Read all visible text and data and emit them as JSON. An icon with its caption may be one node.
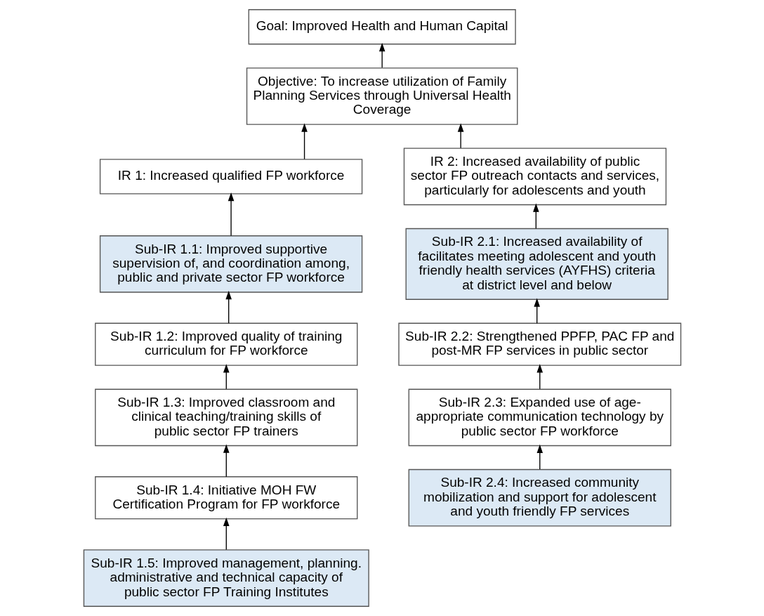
{
  "diagram": {
    "nodes": [
      {
        "text": [
          "Goal: Improved Health and Human Capital"
        ]
      },
      {
        "text": [
          "Objective: To increase utilization of Family Planning Services through Universal Health Coverage"
        ]
      },
      {
        "text": [
          "IR 1: Increased qualified FP workforce"
        ]
      },
      {
        "text": [
          "Sub-IR 1.1: Improved supportive supervision of, and coordination among, public and private sector FP workforce"
        ]
      },
      {
        "text": [
          "Sub-IR 1.2: Improved quality of training curriculum for FP workforce"
        ]
      },
      {
        "text": [
          "Sub-IR 1.3: Improved classroom and clinical teaching/training skills of public sector FP trainers"
        ]
      },
      {
        "text": [
          "Sub-IR 1.4: Initiative MOH FW Certification Program for FP workforce"
        ]
      },
      {
        "text": [
          "Sub-IR 1.5: Improved management, planning. administrative and technical capacity of public sector FP Training Institutes"
        ]
      },
      {
        "text": [
          "IR 2: Increased availability of public sector FP outreach contacts and services, particularly for adolescents and youth"
        ]
      },
      {
        "text": [
          "Sub-IR 2.1: Increased availability of facilitates meeting adolescent and youth friendly health services (AYFHS) criteria at district level and below"
        ]
      },
      {
        "text": [
          "Sub-IR 2.2: Strengthened PPFP, PAC FP and post-MR FP services in public sector"
        ]
      },
      {
        "text": [
          "Sub-IR 2.3: Expanded use of age-appropriate communication technology by public sector FP workforce"
        ]
      },
      {
        "text": [
          "Sub-IR 2.4: Increased community mobilization and support for adolescent and youth friendly FP services"
        ]
      }
    ],
    "edges": [
      {
        "from": 1,
        "to": 0,
        "arrow": "to"
      },
      {
        "from": 2,
        "to": 1,
        "arrow": "to"
      },
      {
        "from": 8,
        "to": 1,
        "arrow": "to"
      },
      {
        "from": 3,
        "to": 2,
        "arrow": "to"
      },
      {
        "from": 4,
        "to": 3,
        "arrow": "to"
      },
      {
        "from": 5,
        "to": 4,
        "arrow": "to"
      },
      {
        "from": 6,
        "to": 5,
        "arrow": "to"
      },
      {
        "from": 7,
        "to": 6,
        "arrow": "to"
      },
      {
        "from": 9,
        "to": 8,
        "arrow": "to"
      },
      {
        "from": 10,
        "to": 9,
        "arrow": "to"
      },
      {
        "from": 11,
        "to": 10,
        "arrow": "to"
      },
      {
        "from": 12,
        "to": 11,
        "arrow": "to"
      }
    ]
  }
}
